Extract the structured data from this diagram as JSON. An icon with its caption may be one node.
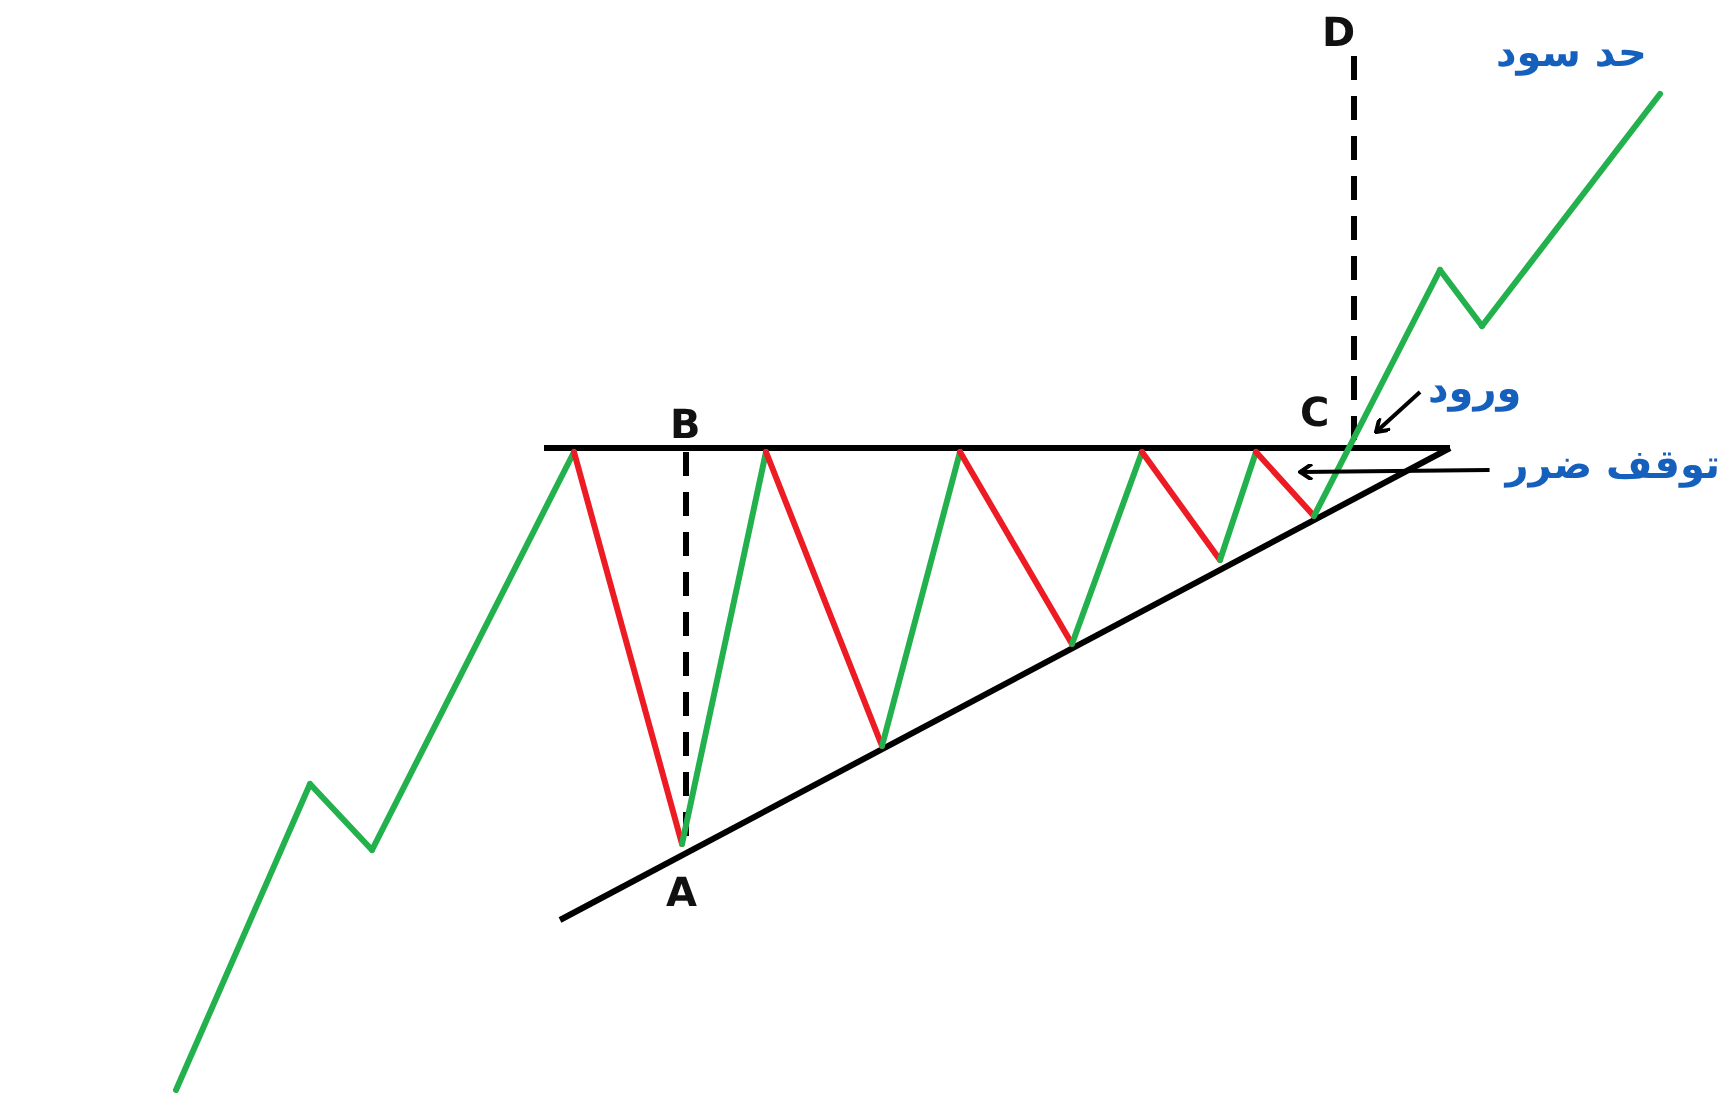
{
  "diagram": {
    "nodes": [
      {
        "text": [
          "ورود"
        ]
      },
      {
        "text": [
          "توقف ضرر"
        ]
      }
    ],
    "edges": [
      {
        "from": 0,
        "to": null,
        "arrow": "to"
      },
      {
        "from": 1,
        "to": null,
        "arrow": "to"
      }
    ],
    "labels": [
      "D",
      "حد سود",
      "B",
      "C",
      "A"
    ]
  }
}
